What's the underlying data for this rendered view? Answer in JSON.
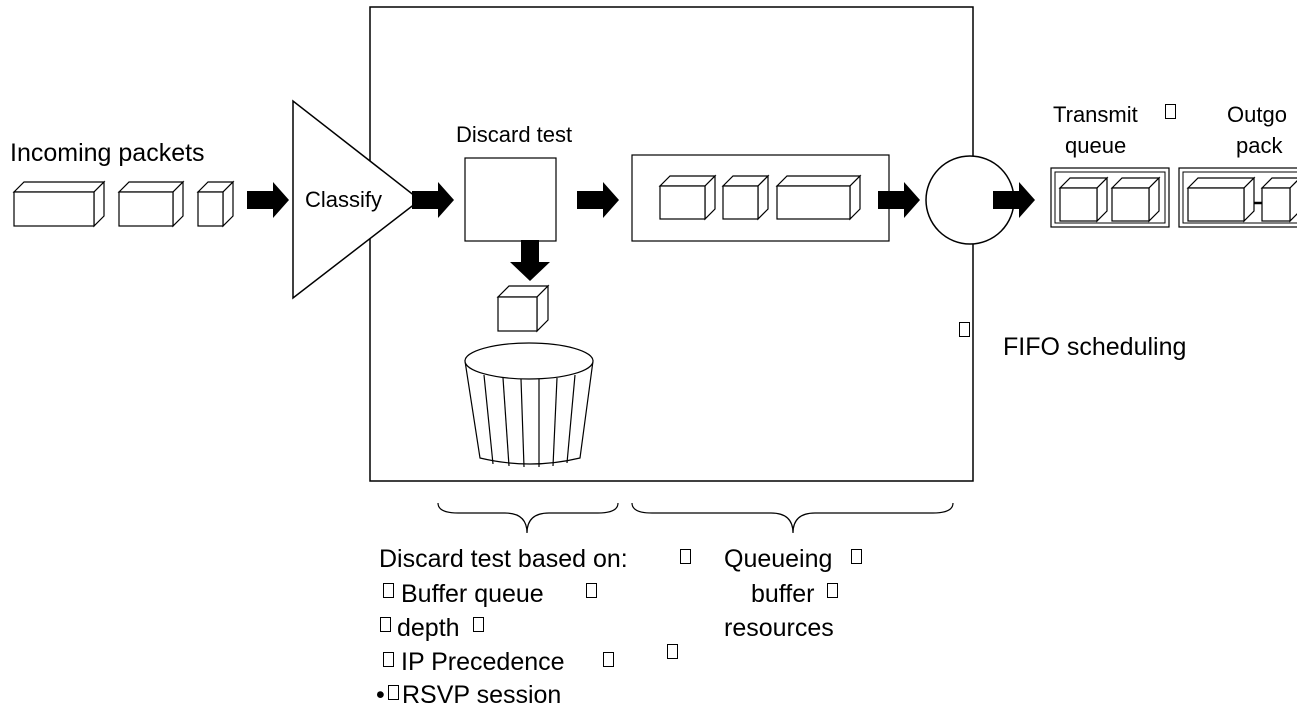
{
  "labels": {
    "incoming": "Incoming packets",
    "classify": "Classify",
    "discard_test": "Discard test",
    "transmit_1": "Transmit",
    "transmit_2": "queue",
    "outgoing_1": "Outgo",
    "outgoing_2": "pack",
    "fifo": "FIFO scheduling",
    "discard_based": "Discard test based on:",
    "bullet_1": "Buffer queue",
    "bullet_1b": "depth",
    "bullet_2": "IP Precedence",
    "bullet_3": "RSVP session",
    "queueing_1": "Queueing",
    "queueing_2": "buffer",
    "queueing_3": "resources"
  },
  "icons": {
    "missing_glyph": "empty-square-glyph",
    "bullet": "bullet-dot"
  },
  "colors": {
    "stroke": "#000000",
    "background": "#ffffff"
  }
}
